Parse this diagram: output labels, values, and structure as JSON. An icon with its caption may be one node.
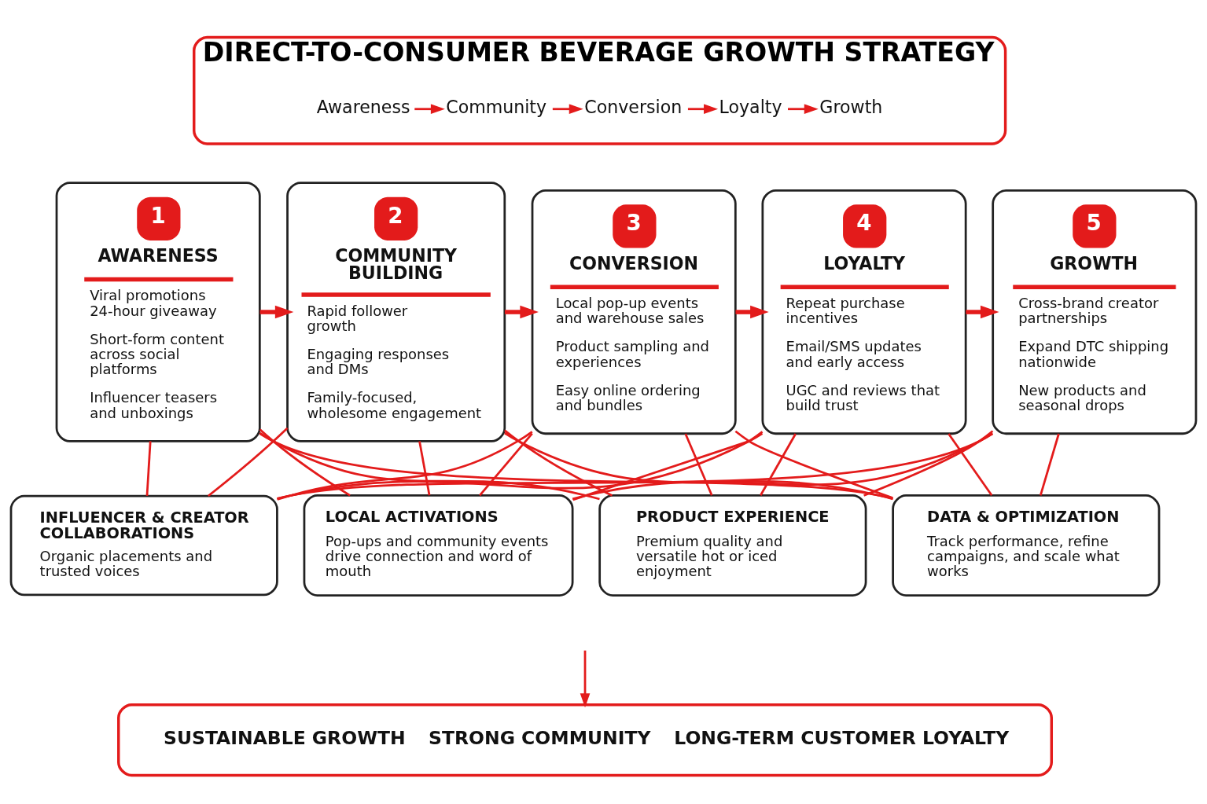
{
  "diagram": {
    "nodes": [
      {
        "text": [
          "DIRECT-TO-CONSUMER BEVERAGE GROWTH STRATEGY"
        ]
      },
      {
        "text": [
          "Awareness"
        ],
        "in": 0
      },
      {
        "text": [
          "Community"
        ],
        "in": 0
      },
      {
        "text": [
          "Conversion"
        ],
        "in": 0
      },
      {
        "text": [
          "Loyalty"
        ],
        "in": 0
      },
      {
        "text": [
          "Growth"
        ],
        "in": 0
      },
      {
        "text": [
          "1",
          "AWARENESS",
          "Viral promotions 24-hour giveaway",
          "Short-form content across social platforms",
          "Influencer teasers and unboxings"
        ]
      },
      {
        "text": [
          "2",
          "COMMUNITY BUILDING",
          "Rapid follower growth",
          "Engaging responses and DMs",
          "Family-focused, wholesome engagement"
        ]
      },
      {
        "text": [
          "3",
          "CONVERSION",
          "Local pop-up events and warehouse sales",
          "Product sampling and experiences",
          "Easy online ordering and bundles"
        ]
      },
      {
        "text": [
          "4",
          "LOYALTY",
          "Repeat purchase incentives",
          "Email/SMS updates and early access",
          "UGC and reviews that build trust"
        ]
      },
      {
        "text": [
          "5",
          "GROWTH",
          "Cross-brand creator partnerships",
          "Expand DTC shipping nationwide",
          "New products and seasonal drops"
        ]
      },
      {
        "text": [
          "INFLUENCER & CREATOR COLLABORATIONS",
          "Organic placements and trusted voices"
        ]
      },
      {
        "text": [
          "LOCAL ACTIVATIONS",
          "Pop-ups and community events drive connection and word of mouth"
        ]
      },
      {
        "text": [
          "PRODUCT EXPERIENCE",
          "Premium quality and versatile hot or iced enjoyment"
        ]
      },
      {
        "text": [
          "DATA & OPTIMIZATION",
          "Track performance, refine campaigns, and scale what works"
        ]
      },
      {
        "text": [
          "SUSTAINABLE GROWTH",
          "STRONG COMMUNITY",
          "LONG-TERM CUSTOMER LOYALTY"
        ]
      }
    ],
    "edges": [
      {
        "from": 1,
        "to": 2,
        "arrow": "to"
      },
      {
        "from": 2,
        "to": 3,
        "arrow": "to"
      },
      {
        "from": 3,
        "to": 4,
        "arrow": "to"
      },
      {
        "from": 4,
        "to": 5,
        "arrow": "to"
      },
      {
        "from": 6,
        "to": 7,
        "arrow": "to",
        "style": "thick"
      },
      {
        "from": 7,
        "to": 8,
        "arrow": "to",
        "style": "thick"
      },
      {
        "from": 8,
        "to": 9,
        "arrow": "to",
        "style": "thick"
      },
      {
        "from": 9,
        "to": 10,
        "arrow": "to",
        "style": "thick"
      },
      {
        "from": 6,
        "to": 11,
        "arrow": "none"
      },
      {
        "from": 6,
        "to": 12,
        "arrow": "none"
      },
      {
        "from": 6,
        "to": 13,
        "arrow": "none"
      },
      {
        "from": 6,
        "to": 14,
        "arrow": "none"
      },
      {
        "from": 7,
        "to": 11,
        "arrow": "none"
      },
      {
        "from": 7,
        "to": 12,
        "arrow": "none"
      },
      {
        "from": 7,
        "to": 13,
        "arrow": "none"
      },
      {
        "from": 7,
        "to": 14,
        "arrow": "none"
      },
      {
        "from": 8,
        "to": 11,
        "arrow": "none"
      },
      {
        "from": 8,
        "to": 12,
        "arrow": "none"
      },
      {
        "from": 8,
        "to": 13,
        "arrow": "none"
      },
      {
        "from": 8,
        "to": 14,
        "arrow": "none"
      },
      {
        "from": 9,
        "to": 11,
        "arrow": "none"
      },
      {
        "from": 9,
        "to": 12,
        "arrow": "none"
      },
      {
        "from": 9,
        "to": 13,
        "arrow": "none"
      },
      {
        "from": 9,
        "to": 14,
        "arrow": "none"
      },
      {
        "from": 10,
        "to": 11,
        "arrow": "none"
      },
      {
        "from": 10,
        "to": 12,
        "arrow": "none"
      },
      {
        "from": 10,
        "to": 13,
        "arrow": "none"
      },
      {
        "from": 10,
        "to": 14,
        "arrow": "none"
      },
      {
        "from": null,
        "to": 15,
        "arrow": "to"
      }
    ]
  }
}
